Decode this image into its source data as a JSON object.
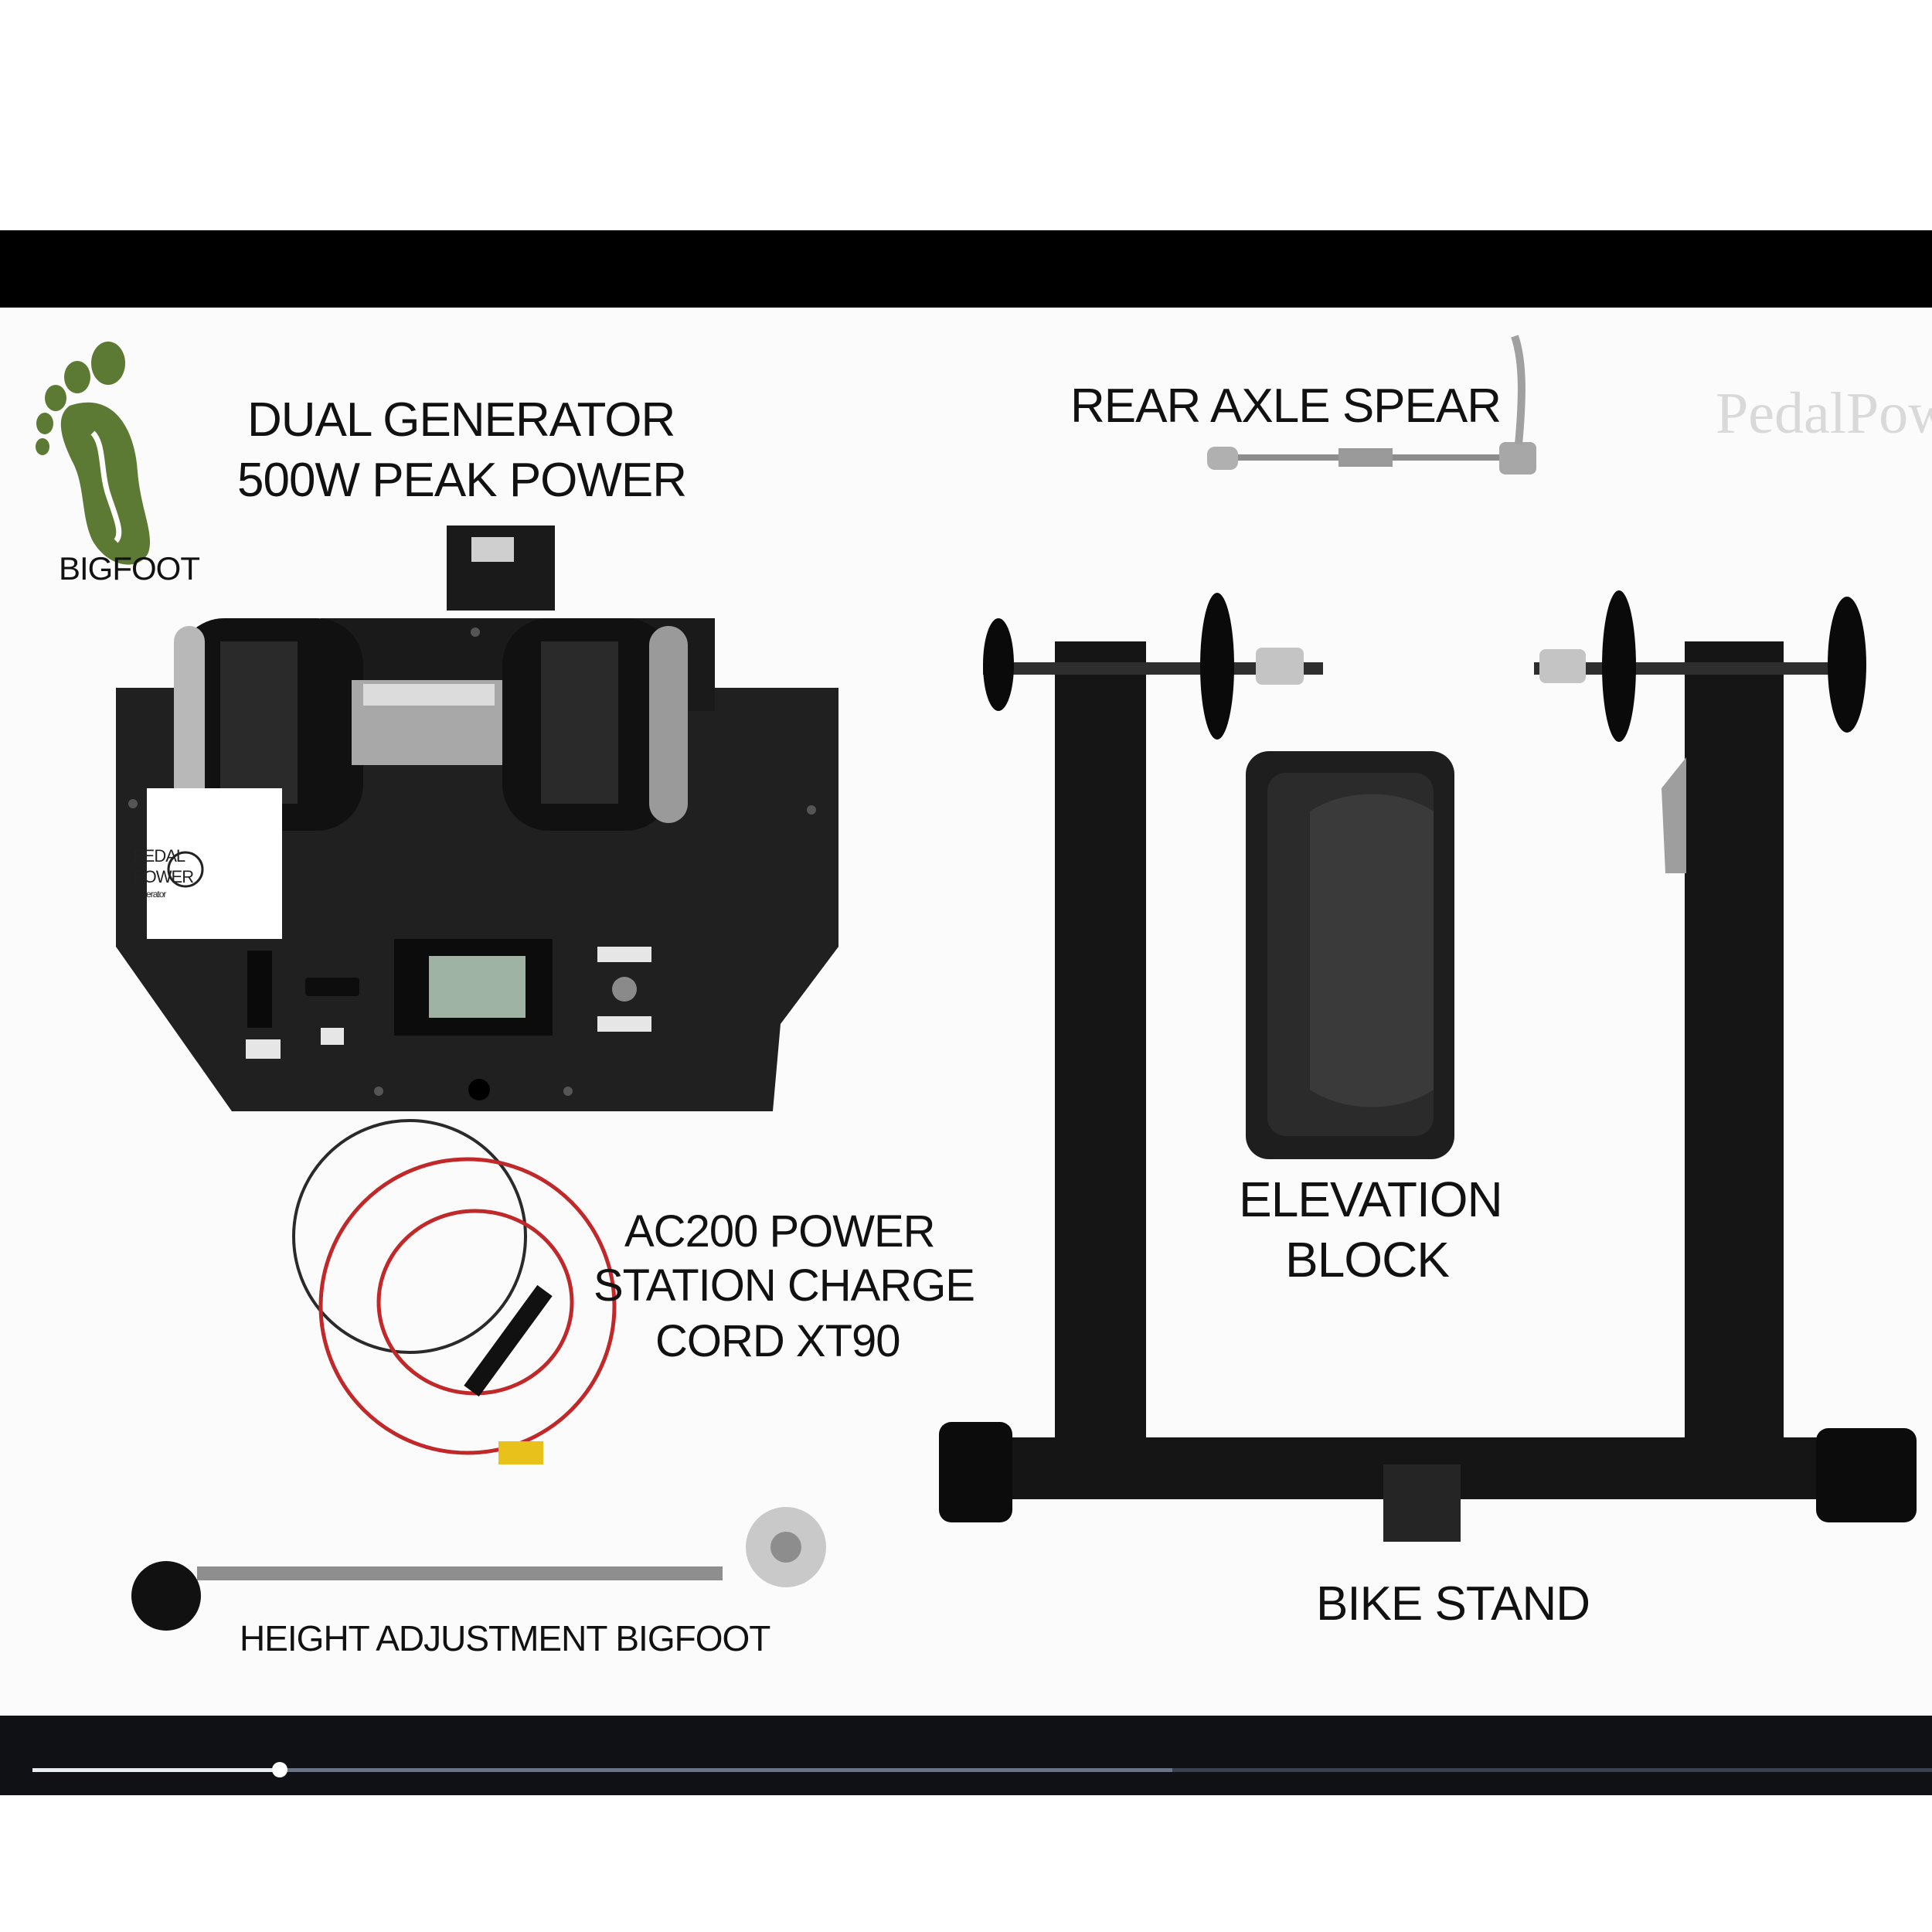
{
  "video": {
    "labels": {
      "generator_title_1": "DUAL GENERATOR",
      "generator_title_2": "500W PEAK POWER",
      "logo_text": "BIGFOOT",
      "axle_spear": "REAR AXLE SPEAR",
      "watermark": "PedalPow",
      "cord_1": "AC200 POWER",
      "cord_2": "STATION CHARGE",
      "cord_3": "CORD XT90",
      "elevation_1": "ELEVATION",
      "elevation_2": "BLOCK",
      "bike_stand": "BIKE STAND",
      "height_adjust": "HEIGHT ADJUSTMENT BIGFOOT",
      "panel_brand_1": "PEDAL",
      "panel_brand_2": "POWER",
      "panel_brand_3": "generator"
    },
    "progress": {
      "played_fraction": 0.13,
      "buffered_fraction": 0.6
    }
  },
  "colors": {
    "bigfoot_green": "#5c7a34",
    "frame_black": "#111111",
    "cord_red": "#c0282a",
    "connector_yellow": "#e8c21a",
    "player_bar": "#101114"
  }
}
